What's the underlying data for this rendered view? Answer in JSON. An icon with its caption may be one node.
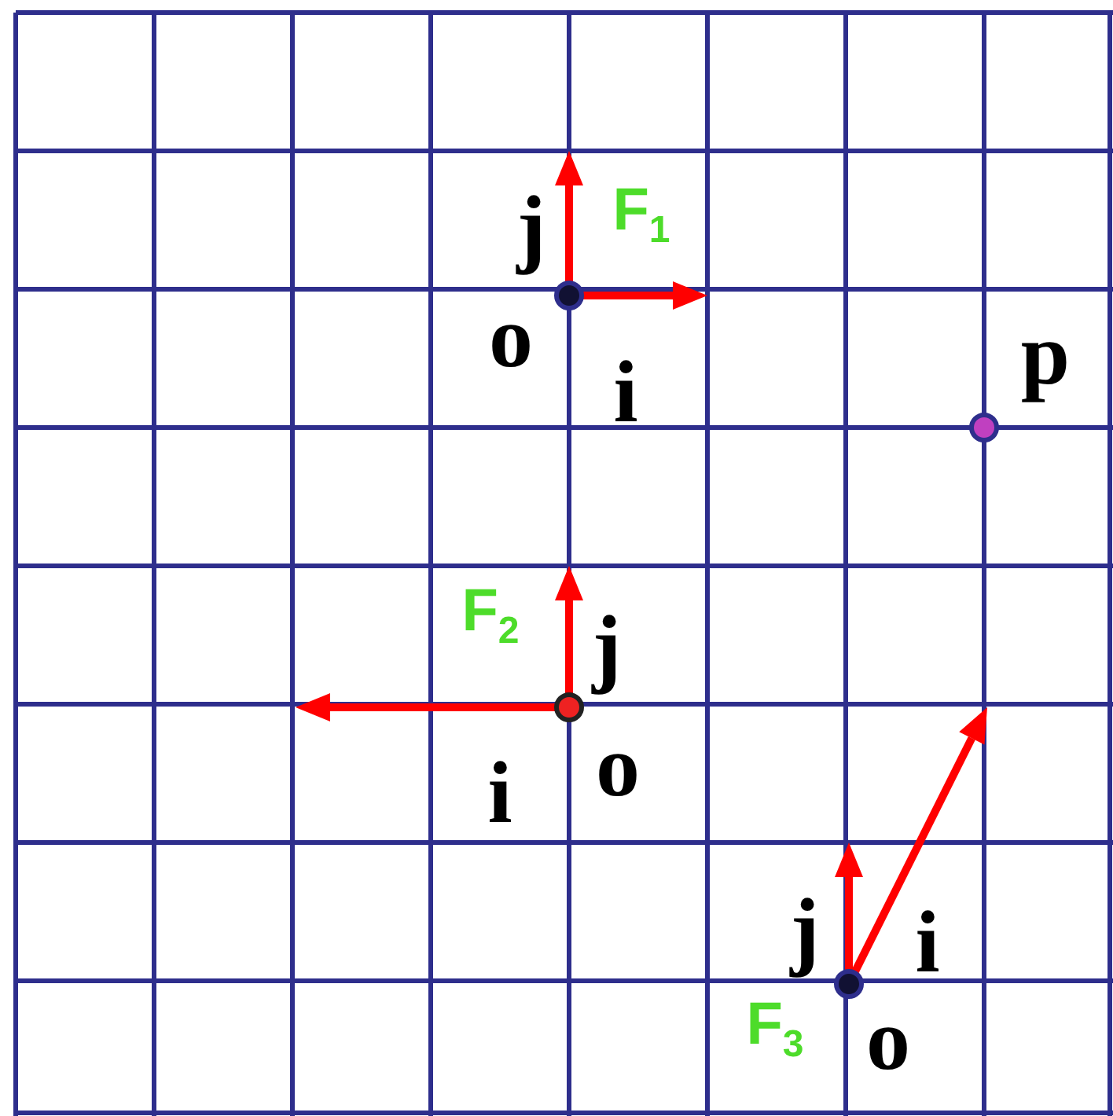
{
  "diagram": {
    "labels": [
      "j",
      "F$_{1}$",
      "o",
      "p",
      "i",
      "F$_{2}$",
      "j",
      "o",
      "i",
      "j",
      "i",
      "F$_{3}$",
      "o"
    ]
  }
}
